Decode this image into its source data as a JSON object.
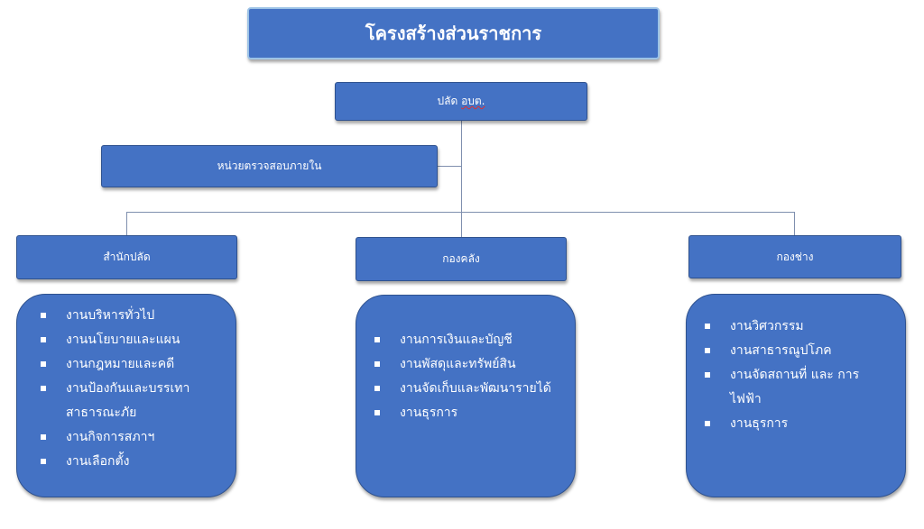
{
  "title": "โครงสร้างส่วนราชการ",
  "head": {
    "label_prefix": "ปลัด ",
    "label_abbr": "อบต."
  },
  "audit": {
    "label": "หน่วยตรวจสอบภายใน"
  },
  "departments": [
    {
      "label": "สำนักปลัด",
      "tasks": [
        "งานบริหารทั่วไป",
        "งานนโยบายและแผน",
        "งานกฎหมายและคดี",
        "งานป้องกันและบรรเทาสาธารณะภัย",
        "งานกิจการสภาฯ",
        "งานเลือกตั้ง"
      ]
    },
    {
      "label": "กองคลัง",
      "tasks": [
        "งานการเงินและบัญชี",
        "งานพัสดุและทรัพย์สิน",
        "งานจัดเก็บและพัฒนารายได้",
        "งานธุรการ"
      ]
    },
    {
      "label": "กองช่าง",
      "tasks": [
        "งานวิศวกรรม",
        "งานสาธารณูปโภค",
        "งานจัดสถานที่ และ การไฟฟ้า",
        "งานธุรการ"
      ]
    }
  ],
  "colors": {
    "box": "#4472c4",
    "border": "#2f528f",
    "title_border": "#9dc3e6",
    "connector": "#7f8fae"
  }
}
